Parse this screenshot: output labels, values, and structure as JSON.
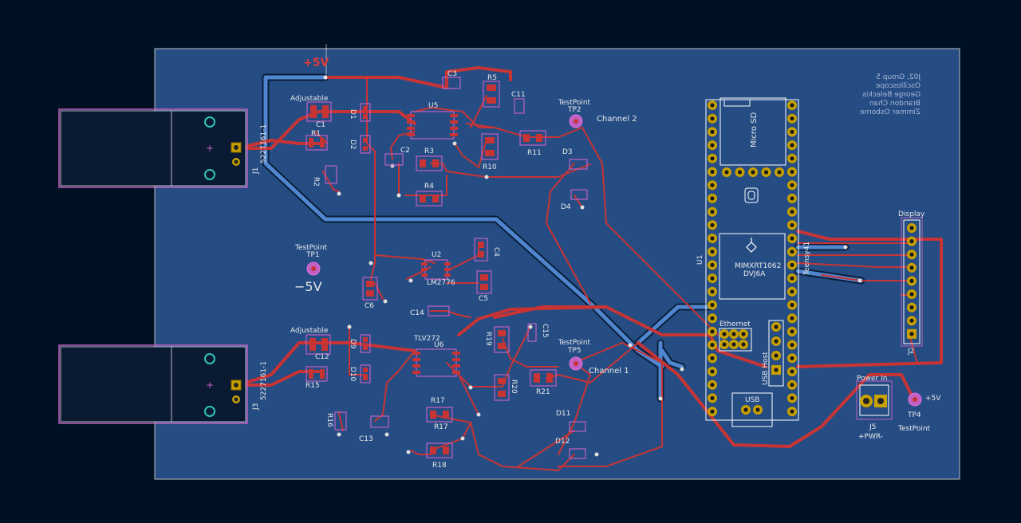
{
  "colors": {
    "background": "#001023",
    "board": "#254d84",
    "trace_front": "#c83434",
    "trace_back": "#4a7ec7",
    "pad": "#c8a000",
    "footprint": "#c060c0",
    "silkscreen": "#e8e8e8"
  },
  "labels": {
    "plus5v": "+5V",
    "minus5v": "−5V",
    "adjustable_top": "Adjustable",
    "adjustable_bottom": "Adjustable",
    "channel2": "Channel 2",
    "channel1": "Channel 1",
    "testpoint_tp2": "TestPoint",
    "tp2": "TP2",
    "testpoint_tp1": "TestPoint",
    "tp1": "TP1",
    "testpoint_tp5": "TestPoint",
    "tp5": "TP5",
    "testpoint_tp4": "TestPoint",
    "tp4": "TP4",
    "tp4_voltage": "+5V",
    "display": "Display",
    "j2": "J2",
    "u1": "U1",
    "teensy": "Teensy41",
    "micro_sd": "Micro SD",
    "ethernet": "Ethernet",
    "usb_host": "USB Host",
    "usb": "USB",
    "chip_line1": "MIMXRT1062",
    "chip_line2": "DVJ6A",
    "power_in": "Power In",
    "j5": "J5",
    "pwr": "+PWR-",
    "j1": "J1",
    "j3": "J3",
    "connector_j1": "5227161-1",
    "connector_j3": "5227161-1",
    "u5": "U5",
    "u2": "U2",
    "u2_part": "LM2776",
    "u6": "U6",
    "u6_part": "TLV272",
    "credits": [
      "J02, Group 5",
      "Oscilloscope",
      "George Beleckis",
      "Brandon Chan",
      "Zimmer Osborne"
    ]
  },
  "refdes": {
    "c1": "C1",
    "c2": "C2",
    "c3": "C3",
    "c4": "C4",
    "c5": "C5",
    "c6": "C6",
    "c11": "C11",
    "c12": "C12",
    "c13": "C13",
    "c14": "C14",
    "c15": "C15",
    "d1": "D1",
    "d2": "D2",
    "d3": "D3",
    "d4": "D4",
    "d9": "D9",
    "d10": "D10",
    "d11": "D11",
    "d12": "D12",
    "r1": "R1",
    "r2": "R2",
    "r3": "R3",
    "r4": "R4",
    "r5": "R5",
    "r10": "R10",
    "r11": "R11",
    "r15": "R15",
    "r16": "R16",
    "r17": "R17",
    "r17b": "R17",
    "r18": "R18",
    "r19": "R19",
    "r20": "R20",
    "r21": "R21"
  }
}
